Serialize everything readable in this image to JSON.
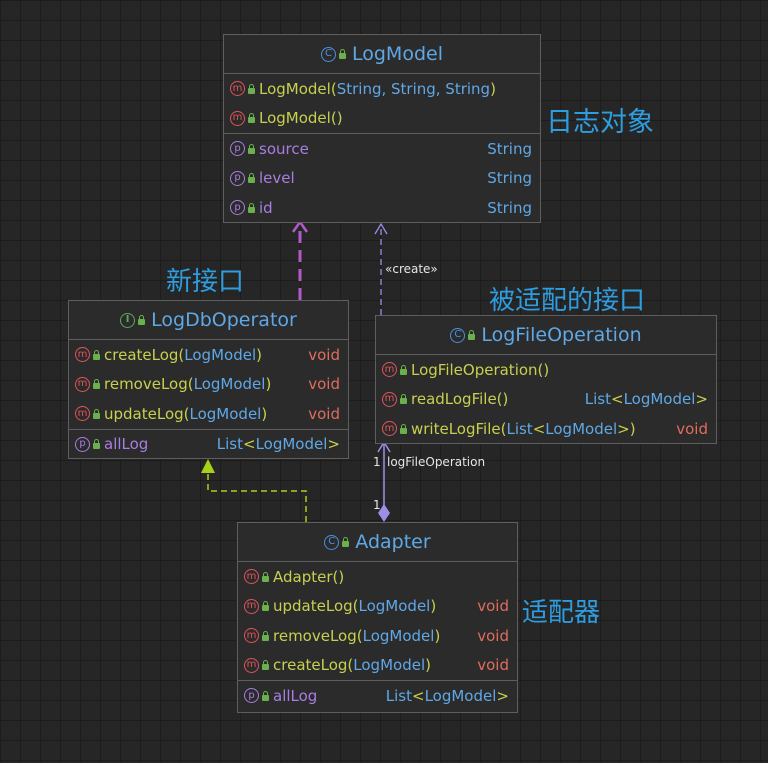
{
  "classes": {
    "logmodel": {
      "kind": "C",
      "name": "LogModel",
      "ctor1": {
        "name": "LogModel",
        "open": "(",
        "params": "String, String, String",
        "close": ")"
      },
      "ctor2": {
        "name": "LogModel",
        "open": "(",
        "params": "",
        "close": ")"
      },
      "fields": [
        {
          "name": "source",
          "type": "String"
        },
        {
          "name": "level",
          "type": "String"
        },
        {
          "name": "id",
          "type": "String"
        }
      ]
    },
    "logdboperator": {
      "kind": "I",
      "name": "LogDbOperator",
      "methods": [
        {
          "name": "createLog",
          "open": "(",
          "params": "LogModel",
          "close": ")",
          "ret": "void"
        },
        {
          "name": "removeLog",
          "open": "(",
          "params": "LogModel",
          "close": ")",
          "ret": "void"
        },
        {
          "name": "updateLog",
          "open": "(",
          "params": "LogModel",
          "close": ")",
          "ret": "void"
        }
      ],
      "field": {
        "name": "allLog",
        "type_base": "List",
        "type_lt": "<",
        "type_arg": "LogModel",
        "type_gt": ">"
      }
    },
    "logfileoperation": {
      "kind": "C",
      "name": "LogFileOperation",
      "ctor": {
        "name": "LogFileOperation",
        "open": "(",
        "close": ")"
      },
      "read": {
        "name": "readLogFile",
        "open": "(",
        "close": ")",
        "type_base": "List",
        "type_lt": "<",
        "type_arg": "LogModel",
        "type_gt": ">"
      },
      "write": {
        "name": "writeLogFile",
        "open": "(",
        "p_base": "List",
        "p_lt": "<",
        "p_arg": "LogModel",
        "p_gt": ">",
        "close": ")",
        "ret": "void"
      }
    },
    "adapter": {
      "kind": "C",
      "name": "Adapter",
      "ctor": {
        "name": "Adapter",
        "open": "(",
        "close": ")"
      },
      "methods": [
        {
          "name": "updateLog",
          "open": "(",
          "params": "LogModel",
          "close": ")",
          "ret": "void"
        },
        {
          "name": "removeLog",
          "open": "(",
          "params": "LogModel",
          "close": ")",
          "ret": "void"
        },
        {
          "name": "createLog",
          "open": "(",
          "params": "LogModel",
          "close": ")",
          "ret": "void"
        }
      ],
      "field": {
        "name": "allLog",
        "type_base": "List",
        "type_lt": "<",
        "type_arg": "LogModel",
        "type_gt": ">"
      }
    }
  },
  "badges": {
    "class": "C",
    "interface": "I",
    "method": "m",
    "property": "p"
  },
  "annotations": {
    "log_object": "日志对象",
    "new_interface": "新接口",
    "adapted_interface": "被适配的接口",
    "adapter_label": "适配器"
  },
  "edges": {
    "create_label": "«create»",
    "assoc_mult_top": "1",
    "assoc_role": "logFileOperation",
    "assoc_mult_bottom": "1"
  },
  "colors": {
    "background": "#262626",
    "box": "#2b2b2b",
    "border": "#5e5e5e",
    "class_name": "#5fa8e6",
    "method": "#c7d04f",
    "field": "#a77ee0",
    "return_void": "#e06c5c",
    "annotation": "#2e9de0",
    "dependency_edge": "#b15ac9",
    "create_edge": "#9d8ee8",
    "realization_edge": "#a8d11a",
    "aggregation_edge": "#9d8ee8"
  }
}
